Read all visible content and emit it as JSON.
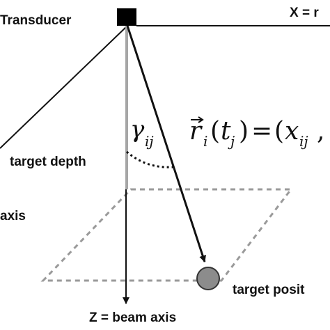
{
  "labels": {
    "transducer": "Transducer",
    "x_axis": "X = r",
    "target_depth": "target depth",
    "axis": "axis",
    "target_position": "target posit",
    "z_axis": "Z = beam axis"
  },
  "math": {
    "gamma": "γ",
    "gamma_sub": "ij",
    "r_vec": "r",
    "r_sub": "i",
    "open_paren": "(",
    "t": "t",
    "t_sub": "j",
    "close_paren": ")",
    "equals": "=",
    "open_paren2": "(",
    "x": "x",
    "x_sub": "ij",
    "comma": ","
  },
  "colors": {
    "line": "#111111",
    "gray_axis": "#a6a6a6",
    "dashed_plane": "#9a9a9a",
    "target": "#8c8c8c",
    "transducer": "#000000"
  }
}
